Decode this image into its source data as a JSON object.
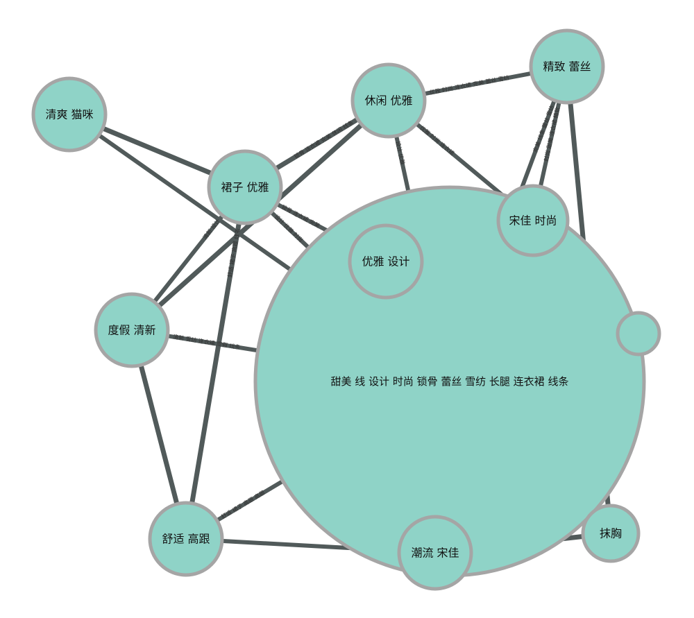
{
  "graph": {
    "colors": {
      "node_fill": "#8fd3c7",
      "node_stroke": "#a5a5a5",
      "edge": "#515a5a"
    },
    "nodes": [
      {
        "id": "qs",
        "label": "清爽 猫咪"
      },
      {
        "id": "xx",
        "label": "休闲 优雅"
      },
      {
        "id": "jz",
        "label": "精致 蕾丝"
      },
      {
        "id": "qz",
        "label": "裙子 优雅"
      },
      {
        "id": "sj",
        "label": "宋佳 时尚"
      },
      {
        "id": "yy",
        "label": "优雅 设计"
      },
      {
        "id": "dj",
        "label": "度假 清新"
      },
      {
        "id": "big",
        "label": "甜美 线 设计 时尚 锁骨 蕾丝 雪纺 长腿 连衣裙 线条"
      },
      {
        "id": "ss",
        "label": "舒适 高跟"
      },
      {
        "id": "cl",
        "label": "潮流 宋佳"
      },
      {
        "id": "mx",
        "label": "抹胸"
      },
      {
        "id": "rt",
        "label": ""
      }
    ],
    "edges": [
      {
        "source": "qs",
        "target": "qz",
        "label": ""
      },
      {
        "source": "qs",
        "target": "big",
        "label": ""
      },
      {
        "source": "xx",
        "target": "jz",
        "label": "优雅 时尚 连衣裙 完美 蕾丝 雪纺"
      },
      {
        "source": "xx",
        "target": "qz",
        "label": "锁骨 连衣裙 完美 休闲 线条"
      },
      {
        "source": "xx",
        "target": "sj",
        "label": "优雅 时尚 连衣裙"
      },
      {
        "source": "xx",
        "target": "big",
        "label": "设计 优雅"
      },
      {
        "source": "xx",
        "target": "dj",
        "label": ""
      },
      {
        "source": "jz",
        "target": "sj",
        "label": "时尚 甜美 连衣裙 精致"
      },
      {
        "source": "jz",
        "target": "big",
        "label": "完美 线条 蕾丝 雪纺"
      },
      {
        "source": "jz",
        "target": "mx",
        "label": ""
      },
      {
        "source": "qz",
        "target": "big",
        "label": "设计 优雅 时尚"
      },
      {
        "source": "qz",
        "target": "dj",
        "label": "清新 设计"
      },
      {
        "source": "qz",
        "target": "ss",
        "label": "舒适 裙子 高跟 线条"
      },
      {
        "source": "qz",
        "target": "yy",
        "label": "锁骨 连衣裙 完美"
      },
      {
        "source": "dj",
        "target": "big",
        "label": "清新 雪纺 连衣裙 度假 线条"
      },
      {
        "source": "dj",
        "target": "ss",
        "label": ""
      },
      {
        "source": "ss",
        "target": "big",
        "label": "舒适 裙子 高跟 高跟"
      },
      {
        "source": "ss",
        "target": "cl",
        "label": ""
      },
      {
        "source": "cl",
        "target": "mx",
        "label": ""
      },
      {
        "source": "big",
        "target": "mx",
        "label": ""
      }
    ]
  }
}
